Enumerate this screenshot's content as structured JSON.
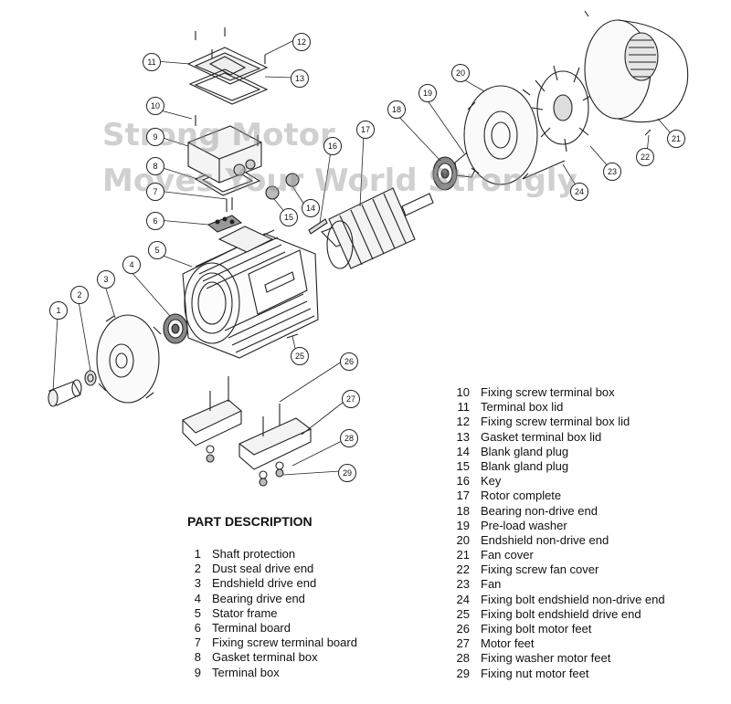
{
  "watermark": {
    "line1": "Strong Motor",
    "line2": "Moves Your World Strongly"
  },
  "title": "PART DESCRIPTION",
  "parts": [
    {
      "num": "1",
      "name": "Shaft protection"
    },
    {
      "num": "2",
      "name": "Dust seal drive end"
    },
    {
      "num": "3",
      "name": "Endshield drive end"
    },
    {
      "num": "4",
      "name": "Bearing drive end"
    },
    {
      "num": "5",
      "name": "Stator frame"
    },
    {
      "num": "6",
      "name": "Terminal board"
    },
    {
      "num": "7",
      "name": "Fixing screw terminal board"
    },
    {
      "num": "8",
      "name": "Gasket terminal box"
    },
    {
      "num": "9",
      "name": "Terminal box"
    },
    {
      "num": "10",
      "name": "Fixing screw terminal box"
    },
    {
      "num": "11",
      "name": "Terminal box lid"
    },
    {
      "num": "12",
      "name": "Fixing screw terminal box lid"
    },
    {
      "num": "13",
      "name": "Gasket terminal box lid"
    },
    {
      "num": "14",
      "name": "Blank gland plug"
    },
    {
      "num": "15",
      "name": "Blank gland plug"
    },
    {
      "num": "16",
      "name": "Key"
    },
    {
      "num": "17",
      "name": "Rotor complete"
    },
    {
      "num": "18",
      "name": "Bearing non-drive end"
    },
    {
      "num": "19",
      "name": "Pre-load washer"
    },
    {
      "num": "20",
      "name": "Endshield non-drive end"
    },
    {
      "num": "21",
      "name": "Fan cover"
    },
    {
      "num": "22",
      "name": "Fixing screw fan cover"
    },
    {
      "num": "23",
      "name": "Fan"
    },
    {
      "num": "24",
      "name": "Fixing bolt endshield non-drive end"
    },
    {
      "num": "25",
      "name": "Fixing bolt endshield drive end"
    },
    {
      "num": "26",
      "name": "Fixing bolt motor feet"
    },
    {
      "num": "27",
      "name": "Motor feet"
    },
    {
      "num": "28",
      "name": "Fixing washer motor feet"
    },
    {
      "num": "29",
      "name": "Fixing nut motor feet"
    }
  ],
  "callouts": [
    "1",
    "2",
    "3",
    "4",
    "5",
    "6",
    "7",
    "8",
    "9",
    "10",
    "11",
    "12",
    "13",
    "14",
    "15",
    "16",
    "17",
    "18",
    "19",
    "20",
    "21",
    "22",
    "23",
    "24",
    "25",
    "26",
    "27",
    "28",
    "29"
  ]
}
